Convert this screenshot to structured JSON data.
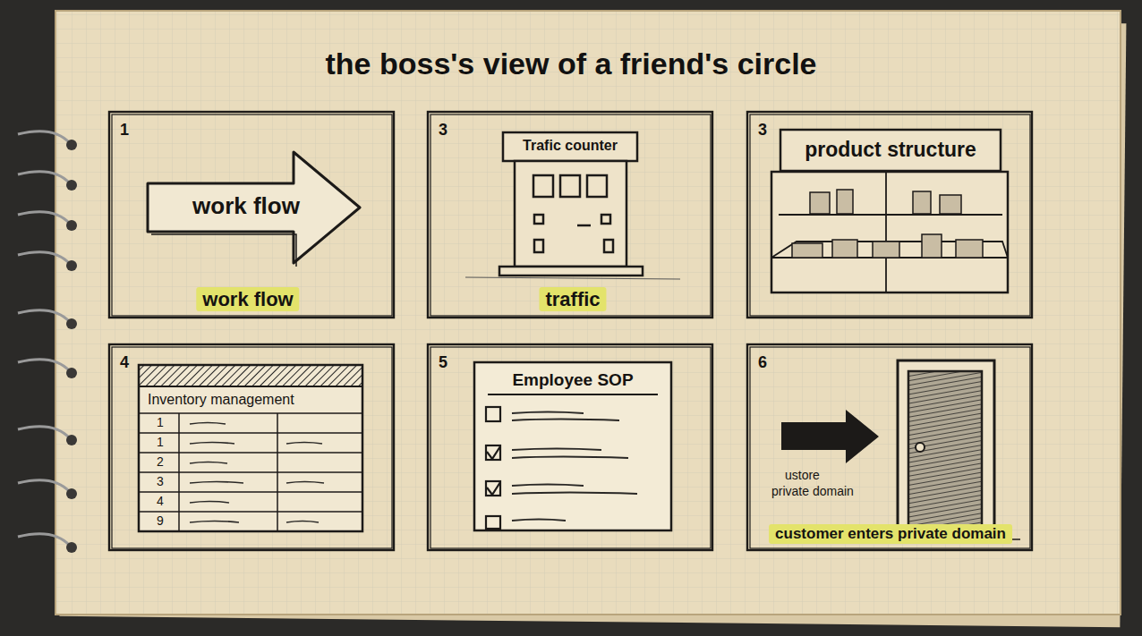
{
  "diagram": {
    "title": "the boss's view of a friend's circle",
    "nodes": [
      {
        "text": [
          "1",
          "work flow"
        ]
      },
      {
        "text": [
          "work flow"
        ],
        "in": 0
      },
      {
        "text": [
          "3",
          "traffic"
        ]
      },
      {
        "text": [
          "Trafic counter"
        ],
        "in": 2
      },
      {
        "text": [
          "3"
        ]
      },
      {
        "text": [
          "product structure"
        ],
        "in": 4
      },
      {
        "text": [
          "4"
        ]
      },
      {
        "text": [
          "Inventory management"
        ],
        "in": 6
      },
      {
        "text": [
          "5"
        ]
      },
      {
        "text": [
          "Employee SOP"
        ],
        "in": 8
      },
      {
        "text": [
          "6",
          "customer enters private domain"
        ]
      }
    ],
    "labels": [
      "1",
      "1",
      "2",
      "3",
      "4",
      "9",
      "ustore",
      "private domain"
    ]
  }
}
